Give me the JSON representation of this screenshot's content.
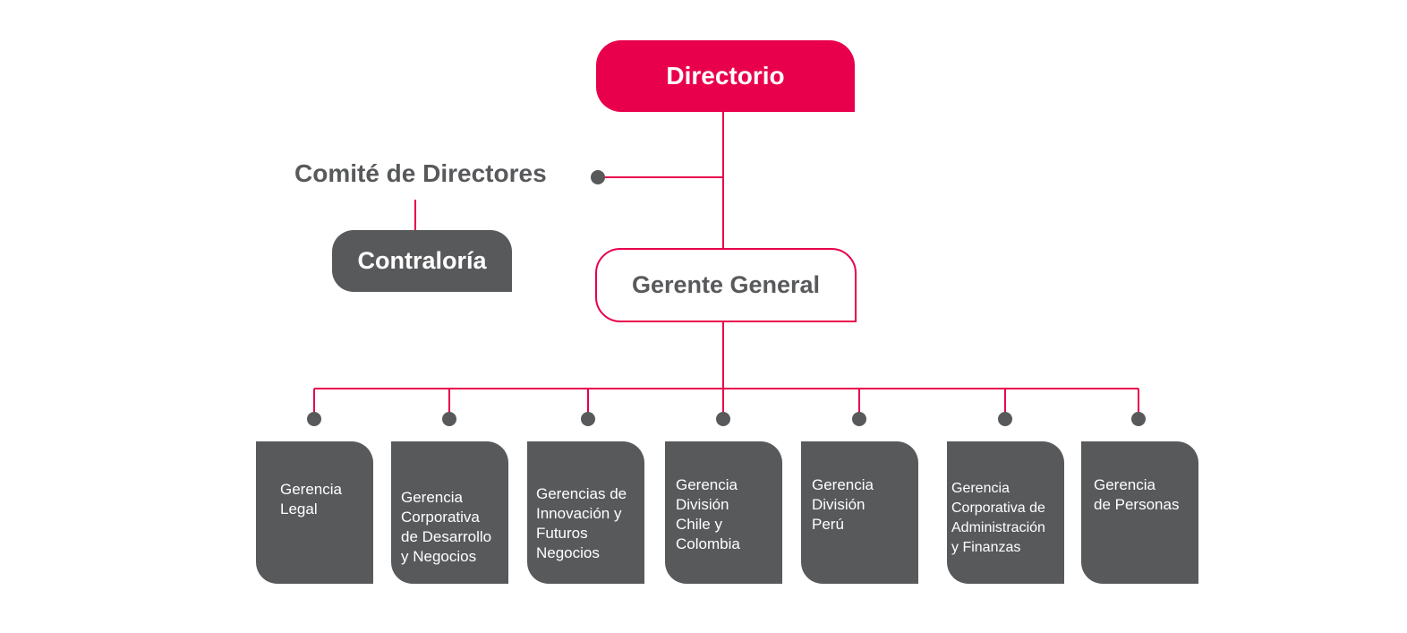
{
  "colors": {
    "accent": "#E8004C",
    "dark": "#58595B",
    "background": "#FFFFFF"
  },
  "top": {
    "label": "Directorio"
  },
  "committee": {
    "label": "Comité de Directores"
  },
  "audit": {
    "label": "Contraloría"
  },
  "ceo": {
    "label": "Gerente General"
  },
  "departments": [
    {
      "label": "Gerencia\nLegal"
    },
    {
      "label": "Gerencia\nCorporativa\nde Desarrollo\ny Negocios"
    },
    {
      "label": "Gerencias de\nInnovación y\nFuturos\nNegocios"
    },
    {
      "label": "Gerencia\nDivisión\nChile y\nColombia"
    },
    {
      "label": "Gerencia\nDivisión\nPerú"
    },
    {
      "label": "Gerencia\nCorporativa de\nAdministración\ny Finanzas"
    },
    {
      "label": "Gerencia\nde Personas"
    }
  ]
}
